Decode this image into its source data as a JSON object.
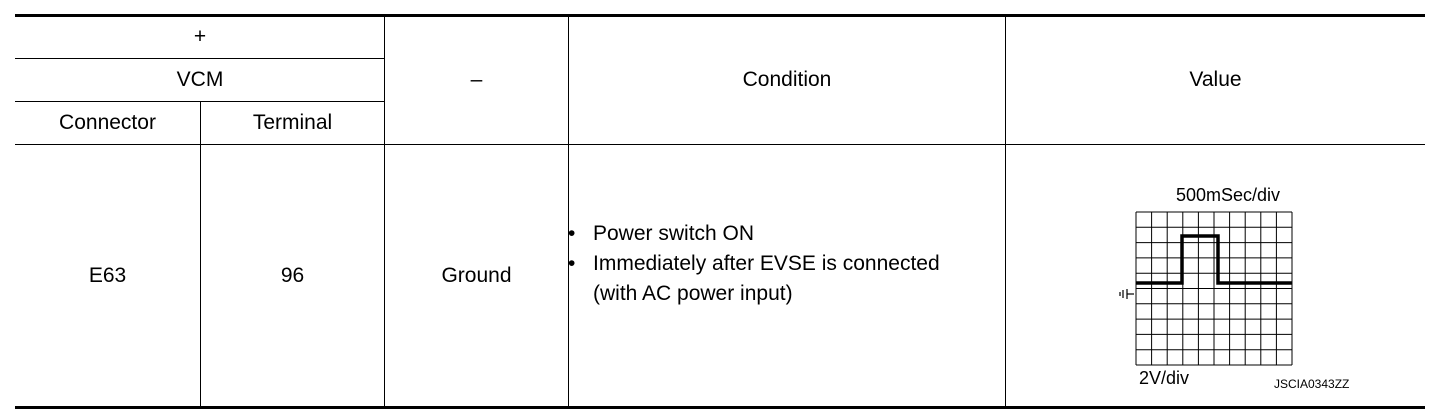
{
  "header": {
    "plus": "+",
    "module": "VCM",
    "connector": "Connector",
    "terminal": "Terminal",
    "minus": "–",
    "condition": "Condition",
    "value": "Value"
  },
  "row": {
    "connector": "E63",
    "terminal": "96",
    "minus": "Ground",
    "conditions": [
      "Power switch ON",
      "Immediately after EVSE is connected"
    ],
    "condition_continuation": "(with AC power input)",
    "bullet": "•"
  },
  "waveform": {
    "time_div": "500mSec/div",
    "volt_div": "2V/div",
    "figure_id": "JSCIA0343ZZ"
  }
}
